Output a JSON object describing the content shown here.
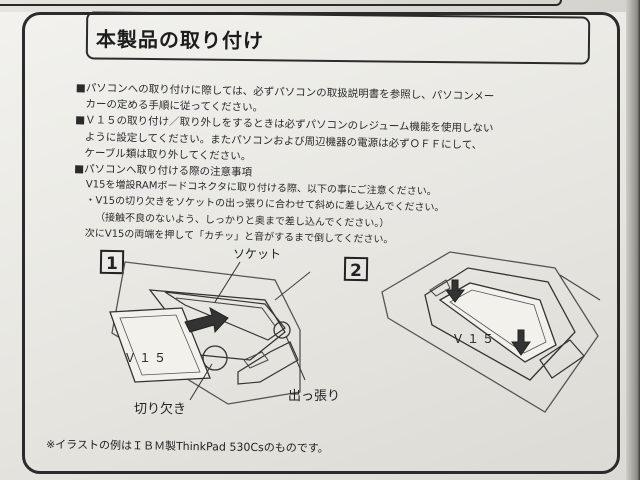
{
  "page_title": "本製品の取り付け",
  "paragraphs": [
    {
      "text": "■パソコンへの取り付けに際しては、必ずパソコンの取扱説明書を参照し、パソコンメー",
      "style": ""
    },
    {
      "text": "カーの定める手順に従ってください。",
      "style": "ind1"
    },
    {
      "text": "■Ｖ１５の取り付け／取り外しをするときは必ずパソコンのレジューム機能を使用しない",
      "style": ""
    },
    {
      "text": "ように設定してください。またパソコンおよび周辺機器の電源は必ずＯＦＦにして、",
      "style": "ind1"
    },
    {
      "text": "ケーブル類は取り外してください。",
      "style": "ind1"
    },
    {
      "text": "■パソコンへ取り付ける際の注意事項",
      "style": ""
    },
    {
      "text": "V15を増設RAMボードコネクタに取り付ける際、以下の事にご注意ください。",
      "style": "ind2"
    },
    {
      "text": "・V15の切り欠きをソケットの出っ張りに合わせて斜めに差し込んでください。",
      "style": "ind2"
    },
    {
      "text": "（接触不良のないよう、しっかりと奥まで差し込んでください。）",
      "style": "ind3"
    },
    {
      "text": "次にV15の両端を押して「カチッ」と音がするまで倒してください。",
      "style": "ind2"
    }
  ],
  "illustration": {
    "step1_number": "1",
    "step2_number": "2",
    "label_socket": "ソケット",
    "label_v15_step1": "Ｖ１５",
    "label_notch": "切り欠き",
    "label_protrusion": "出っ張り",
    "label_v15_step2": "Ｖ１５"
  },
  "footnote": "※イラストの例はＩＢＭ製ThinkPad 530Csのものです。"
}
